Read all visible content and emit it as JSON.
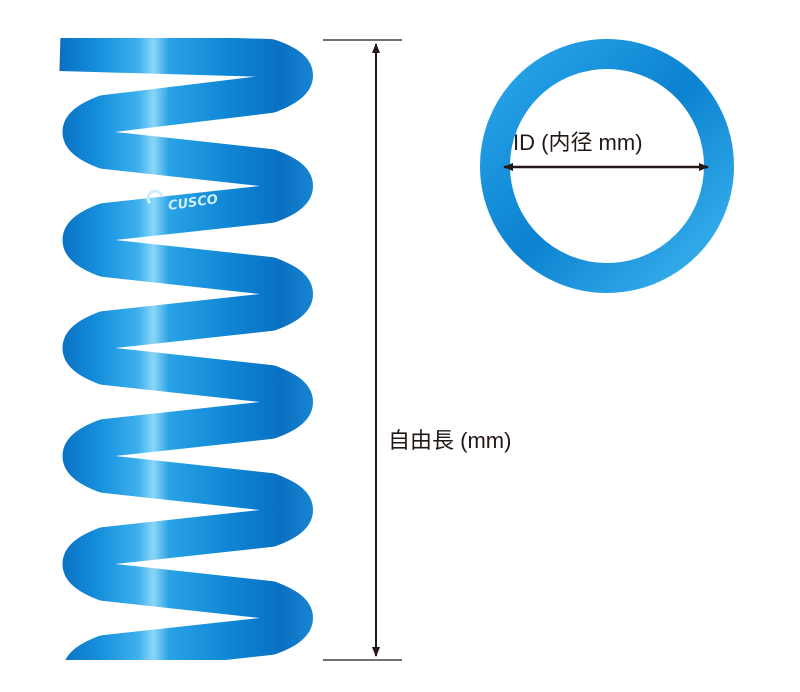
{
  "spring": {
    "brand_logo": "CUSCO",
    "free_length_label": "自由長 (mm)",
    "colors": {
      "dark": "#0a6fc2",
      "mid": "#1492dd",
      "light": "#6fcaf4"
    }
  },
  "ring": {
    "inner_diameter_label": "ID (内径 mm)",
    "color": "#1898e0"
  }
}
